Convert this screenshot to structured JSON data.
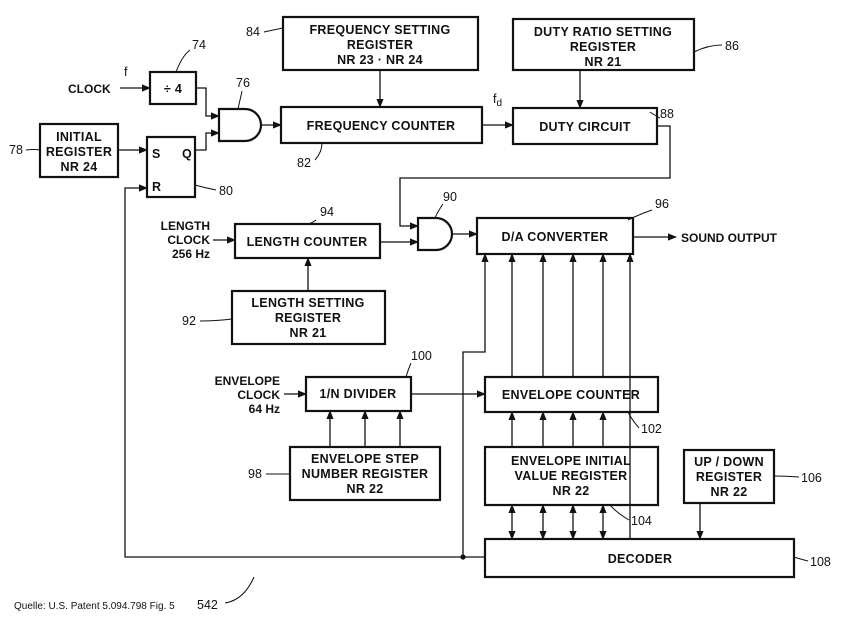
{
  "blocks": {
    "frequency_setting": [
      "FREQUENCY SETTING",
      "REGISTER",
      "NR 23 · NR 24"
    ],
    "duty_ratio_setting": [
      "DUTY RATIO SETTING",
      "REGISTER",
      "NR 21"
    ],
    "divider": "÷ 4",
    "initial_register": [
      "INITIAL",
      "REGISTER",
      "NR 24"
    ],
    "sr_flipflop": {
      "s": "S",
      "q": "Q",
      "r": "R"
    },
    "frequency_counter": "FREQUENCY COUNTER",
    "duty_circuit": "DUTY CIRCUIT",
    "length_counter": "LENGTH COUNTER",
    "length_setting": [
      "LENGTH SETTING",
      "REGISTER",
      "NR 21"
    ],
    "da_converter": "D/A  CONVERTER",
    "nn_divider": "1/N DIVIDER",
    "envelope_counter": "ENVELOPE COUNTER",
    "envelope_step": [
      "ENVELOPE STEP",
      "NUMBER REGISTER",
      "NR 22"
    ],
    "envelope_initial": [
      "ENVELOPE INITIAL",
      "VALUE REGISTER",
      "NR 22"
    ],
    "up_down": [
      "UP / DOWN",
      "REGISTER",
      "NR 22"
    ],
    "decoder": "DECODER"
  },
  "signals": {
    "clock": "CLOCK",
    "f": "f",
    "fd_base": "f",
    "fd_sub": "d",
    "length_clock": [
      "LENGTH",
      "CLOCK",
      "256 Hz"
    ],
    "envelope_clock": [
      "ENVELOPE",
      "CLOCK",
      "64 Hz"
    ],
    "sound_output": "SOUND OUTPUT"
  },
  "refs": {
    "r74": "74",
    "r76": "76",
    "r78": "78",
    "r80": "80",
    "r82": "82",
    "r84": "84",
    "r86": "86",
    "r88": "88",
    "r90": "90",
    "r92": "92",
    "r94": "94",
    "r96": "96",
    "r98": "98",
    "r100": "100",
    "r102": "102",
    "r104": "104",
    "r106": "106",
    "r108": "108",
    "r542": "542"
  },
  "source": "Quelle: U.S. Patent 5.094.798 Fig. 5"
}
